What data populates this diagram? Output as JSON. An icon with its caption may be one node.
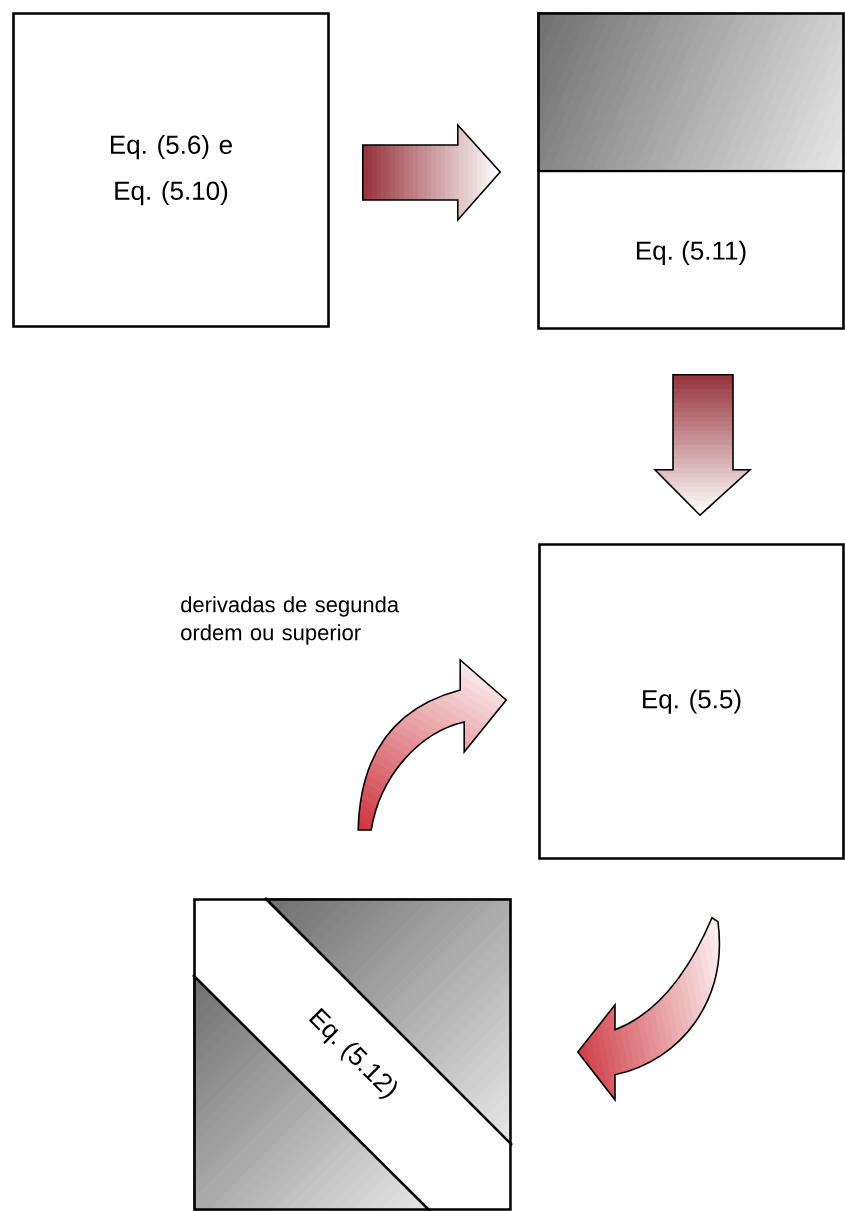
{
  "diagram": {
    "nodes": [
      {
        "text": [
          "Eq. (5.6) e Eq. (5.10)"
        ]
      },
      {
        "text": [
          "Eq. (5.11)"
        ]
      },
      {
        "text": [
          "Eq. (5.5)"
        ]
      },
      {
        "text": [
          "Eq. (5.12)"
        ]
      }
    ],
    "edges": [
      {
        "from": 0,
        "to": 1,
        "arrow": "to"
      },
      {
        "from": 1,
        "to": 2,
        "arrow": "to"
      },
      {
        "from": null,
        "to": 2,
        "arrow": "to",
        "label": "derivadas de segunda ordem ou superior"
      },
      {
        "from": 2,
        "to": 3,
        "arrow": "to"
      }
    ]
  }
}
